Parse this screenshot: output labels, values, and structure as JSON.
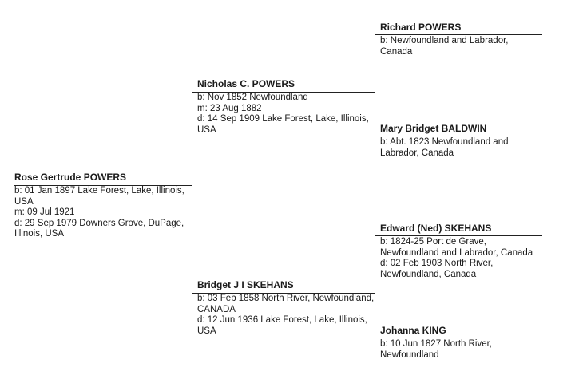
{
  "people": {
    "rose": {
      "name": "Rose Gertrude POWERS",
      "details": [
        "b: 01 Jan 1897 Lake Forest, Lake, Illinois, USA",
        "m: 09 Jul 1921",
        "d: 29 Sep 1979 Downers Grove, DuPage, Illinois, USA"
      ]
    },
    "nicholas": {
      "name": "Nicholas C. POWERS",
      "details": [
        "b: Nov 1852 Newfoundland",
        "m: 23 Aug 1882",
        "d: 14 Sep 1909 Lake Forest, Lake, Illinois, USA"
      ]
    },
    "bridget": {
      "name": "Bridget J I SKEHANS",
      "details": [
        "b: 03 Feb 1858 North River, Newfoundland, CANADA",
        "d: 12 Jun 1936 Lake Forest, Lake, Illinois, USA"
      ]
    },
    "richard": {
      "name": "Richard POWERS",
      "details": [
        "b: Newfoundland and Labrador, Canada"
      ]
    },
    "mary": {
      "name": "Mary Bridget BALDWIN",
      "details": [
        "b: Abt. 1823 Newfoundland and Labrador, Canada"
      ]
    },
    "edward": {
      "name": "Edward (Ned) SKEHANS",
      "details": [
        "b: 1824-25 Port de Grave, Newfoundland and Labrador, Canada",
        "d: 02 Feb 1903 North River, Newfoundland, Canada"
      ]
    },
    "johanna": {
      "name": "Johanna KING",
      "details": [
        "b: 10 Jun 1827 North River, Newfoundland"
      ]
    }
  }
}
